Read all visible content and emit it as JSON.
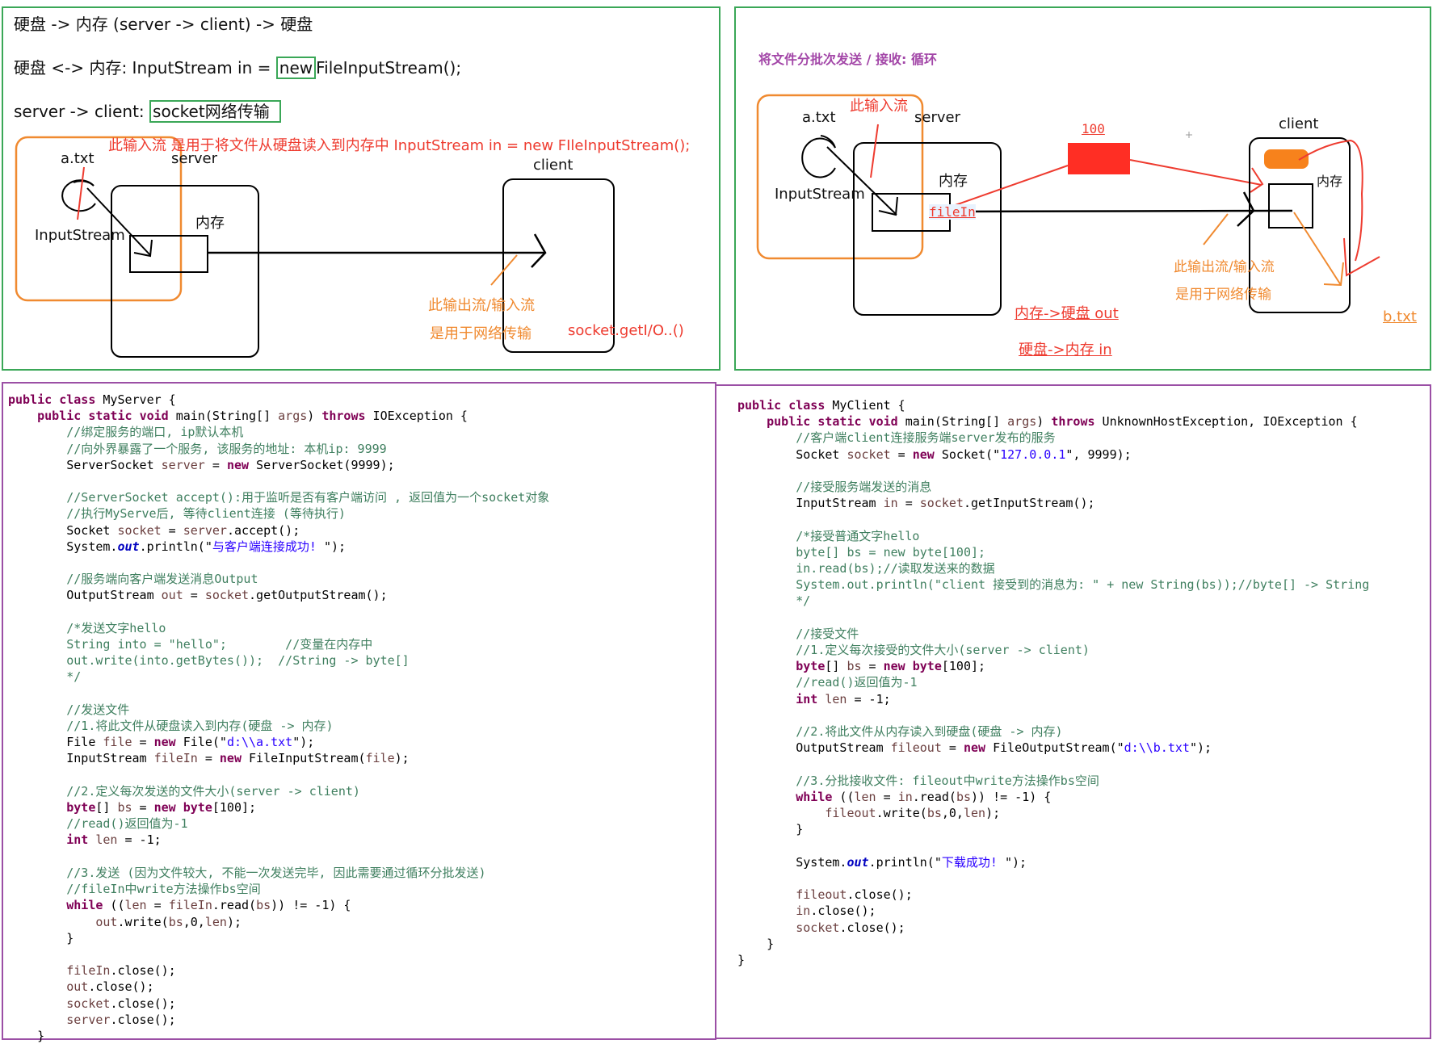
{
  "top_left": {
    "line1": "硬盘 -> 内存  (server -> client)   -> 硬盘",
    "line2_prefix": "硬盘 <-> 内存:  InputStream in = ",
    "line2_boxed": "new",
    "line2_suffix": "FileInputStream();",
    "line3_prefix": "server -> client:  ",
    "line3_boxed": "socket网络传输",
    "diagram": {
      "annotation_red": "此输入流  是用于将文件从硬盘读入到内存中 InputStream in = new FIleInputStream();",
      "file_label": "a.txt",
      "stream_label": "InputStream",
      "server_label": "server",
      "memory_label": "内存",
      "client_label": "client",
      "orange_note_1": "此输出流/输入流",
      "orange_note_2": "是用于网络传输",
      "socket_note": "socket.getI/O..()"
    }
  },
  "top_right": {
    "title": "将文件分批次发送 / 接收: 循环",
    "input_stream_note": "此输入流",
    "file_label": "a.txt",
    "server_label": "server",
    "stream_label": "InputStream",
    "memory_label": "内存",
    "filein_label": "fileIn",
    "packet_size": "100",
    "client_label": "client",
    "client_memory_label": "内存",
    "orange_note_1": "此输出流/输入流",
    "orange_note_2": "是用于网络传输",
    "mem_to_disk": "内存->硬盘  out",
    "disk_to_mem": "硬盘->内存 in",
    "output_file": "b.txt"
  },
  "server_code": {
    "lines": [
      "public class MyServer {",
      "    public static void main(String[] args) throws IOException {",
      "        //绑定服务的端口, ip默认本机",
      "        //向外界暴露了一个服务, 该服务的地址: 本机ip: 9999",
      "        ServerSocket server = new ServerSocket(9999);",
      "",
      "        //ServerSocket accept():用于监听是否有客户端访问 , 返回值为一个socket对象",
      "        //执行MyServe后, 等待client连接 (等待执行)",
      "        Socket socket = server.accept();",
      "        System.out.println(\"与客户端连接成功! \");",
      "",
      "        //服务端向客户端发送消息Output",
      "        OutputStream out = socket.getOutputStream();",
      "",
      "        /*发送文字hello",
      "        String into = \"hello\";        //变量在内存中",
      "        out.write(into.getBytes());  //String -> byte[]",
      "        */",
      "",
      "        //发送文件",
      "        //1.将此文件从硬盘读入到内存(硬盘 -> 内存)",
      "        File file = new File(\"d:\\\\a.txt\");",
      "        InputStream fileIn = new FileInputStream(file);",
      "",
      "        //2.定义每次发送的文件大小(server -> client)",
      "        byte[] bs = new byte[100];",
      "        //read()返回值为-1",
      "        int len = -1;",
      "",
      "        //3.发送 (因为文件较大, 不能一次发送完毕, 因此需要通过循环分批发送)",
      "        //fileIn中write方法操作bs空间",
      "        while ((len = fileIn.read(bs)) != -1) {",
      "            out.write(bs,0,len);",
      "        }",
      "",
      "        fileIn.close();",
      "        out.close();",
      "        socket.close();",
      "        server.close();",
      "    }"
    ]
  },
  "client_code": {
    "lines": [
      "public class MyClient {",
      "    public static void main(String[] args) throws UnknownHostException, IOException {",
      "        //客户端client连接服务端server发布的服务",
      "        Socket socket = new Socket(\"127.0.0.1\", 9999);",
      "",
      "        //接受服务端发送的消息",
      "        InputStream in = socket.getInputStream();",
      "",
      "        /*接受普通文字hello",
      "        byte[] bs = new byte[100];",
      "        in.read(bs);//读取发送来的数据",
      "        System.out.println(\"client 接受到的消息为: \" + new String(bs));//byte[] -> String",
      "        */",
      "",
      "        //接受文件",
      "        //1.定义每次接受的文件大小(server -> client)",
      "        byte[] bs = new byte[100];",
      "        //read()返回值为-1",
      "        int len = -1;",
      "",
      "        //2.将此文件从内存读入到硬盘(硬盘 -> 内存)",
      "        OutputStream fileout = new FileOutputStream(\"d:\\\\b.txt\");",
      "",
      "        //3.分批接收文件: fileout中write方法操作bs空间",
      "        while ((len = in.read(bs)) != -1) {",
      "            fileout.write(bs,0,len);",
      "        }",
      "",
      "        System.out.println(\"下载成功! \");",
      "",
      "        fileout.close();",
      "        in.close();",
      "        socket.close();",
      "    }",
      "}"
    ]
  },
  "colors": {
    "panel_border_top": "#3aa757",
    "panel_border_code": "#9b4fa5",
    "annotation_red": "#ee3b2f",
    "annotation_orange": "#f08a30",
    "title_purple": "#a347a8",
    "packet_red": "#ff2e24"
  }
}
